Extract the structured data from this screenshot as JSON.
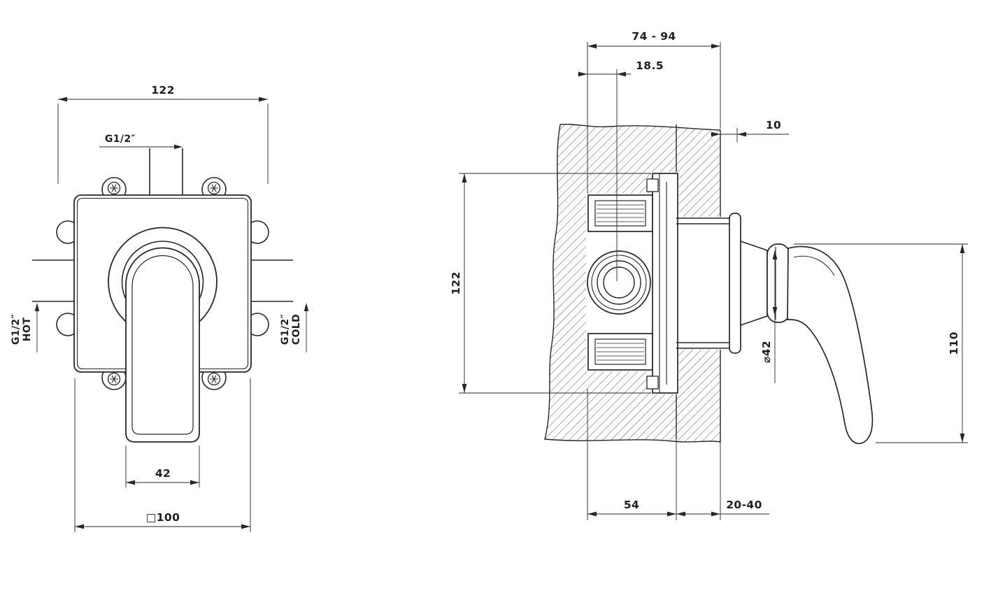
{
  "colors": {
    "background": "#ffffff",
    "line": "#262626"
  },
  "front_view": {
    "width_overall": "122",
    "top_outlet_thread": "G1/2″",
    "hot_inlet_thread": "G1/2″",
    "hot_inlet_word": "HOT",
    "cold_inlet_thread": "G1/2″",
    "cold_inlet_word": "COLD",
    "lever_width": "42",
    "plate_size": "□100"
  },
  "side_view": {
    "rough_in_depth_range": "74 - 94",
    "outlet_center_offset": "18.5",
    "plate_projection": "10",
    "body_height": "122",
    "hub_diameter": "⌀42",
    "lever_drop": "110",
    "body_depth": "54",
    "finished_wall_range": "20-40"
  }
}
